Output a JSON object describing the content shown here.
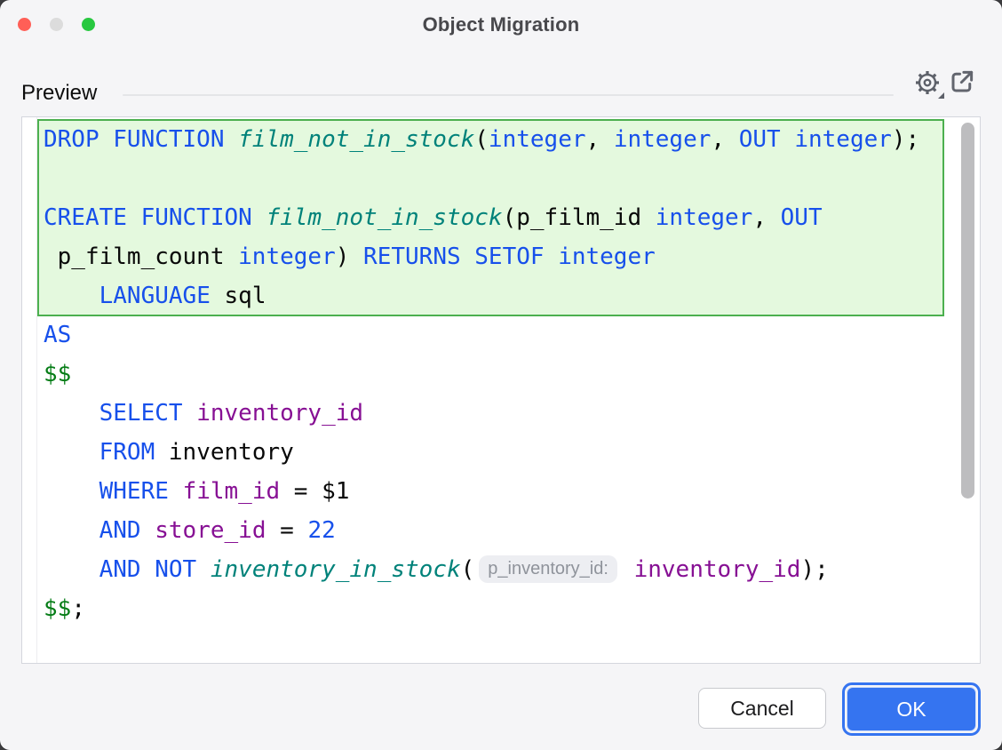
{
  "window": {
    "title": "Object Migration"
  },
  "titlebar": {
    "buttons": [
      {
        "name": "close",
        "color": "#ff5f57"
      },
      {
        "name": "minimize",
        "color": "#dcdcdc"
      },
      {
        "name": "zoom",
        "color": "#28c840"
      }
    ]
  },
  "preview": {
    "label": "Preview"
  },
  "toolbar": {
    "icons": [
      "settings-gear",
      "open-in-new-window"
    ]
  },
  "editor": {
    "language": "sql",
    "highlight": {
      "first_line": 1,
      "last_line": 5,
      "background": "#e4f9de",
      "border": "#4cb04f"
    },
    "inlay_hint": "p_inventory_id:",
    "lines": [
      {
        "tokens": [
          {
            "c": "kw",
            "t": "DROP FUNCTION"
          },
          {
            "c": "txt",
            "t": " "
          },
          {
            "c": "fn",
            "t": "film_not_in_stock"
          },
          {
            "c": "txt",
            "t": "("
          },
          {
            "c": "kw",
            "t": "integer"
          },
          {
            "c": "txt",
            "t": ", "
          },
          {
            "c": "kw",
            "t": "integer"
          },
          {
            "c": "txt",
            "t": ", "
          },
          {
            "c": "kw",
            "t": "OUT"
          },
          {
            "c": "txt",
            "t": " "
          },
          {
            "c": "kw",
            "t": "integer"
          },
          {
            "c": "txt",
            "t": ");"
          }
        ]
      },
      {
        "tokens": []
      },
      {
        "tokens": [
          {
            "c": "kw",
            "t": "CREATE FUNCTION"
          },
          {
            "c": "txt",
            "t": " "
          },
          {
            "c": "fn",
            "t": "film_not_in_stock"
          },
          {
            "c": "txt",
            "t": "(p_film_id "
          },
          {
            "c": "kw",
            "t": "integer"
          },
          {
            "c": "txt",
            "t": ", "
          },
          {
            "c": "kw",
            "t": "OUT"
          }
        ]
      },
      {
        "tokens": [
          {
            "c": "txt",
            "t": " p_film_count "
          },
          {
            "c": "kw",
            "t": "integer"
          },
          {
            "c": "txt",
            "t": ") "
          },
          {
            "c": "kw",
            "t": "RETURNS SETOF integer"
          }
        ]
      },
      {
        "tokens": [
          {
            "c": "txt",
            "t": "    "
          },
          {
            "c": "kw",
            "t": "LANGUAGE"
          },
          {
            "c": "txt",
            "t": " sql"
          }
        ]
      },
      {
        "tokens": [
          {
            "c": "kw",
            "t": "AS"
          }
        ]
      },
      {
        "tokens": [
          {
            "c": "str",
            "t": "$$"
          }
        ]
      },
      {
        "tokens": [
          {
            "c": "txt",
            "t": "    "
          },
          {
            "c": "kw",
            "t": "SELECT"
          },
          {
            "c": "txt",
            "t": " "
          },
          {
            "c": "id",
            "t": "inventory_id"
          }
        ]
      },
      {
        "tokens": [
          {
            "c": "txt",
            "t": "    "
          },
          {
            "c": "kw",
            "t": "FROM"
          },
          {
            "c": "txt",
            "t": " inventory"
          }
        ]
      },
      {
        "tokens": [
          {
            "c": "txt",
            "t": "    "
          },
          {
            "c": "kw",
            "t": "WHERE"
          },
          {
            "c": "txt",
            "t": " "
          },
          {
            "c": "id",
            "t": "film_id"
          },
          {
            "c": "txt",
            "t": " = $1"
          }
        ]
      },
      {
        "tokens": [
          {
            "c": "txt",
            "t": "    "
          },
          {
            "c": "kw",
            "t": "AND"
          },
          {
            "c": "txt",
            "t": " "
          },
          {
            "c": "id",
            "t": "store_id"
          },
          {
            "c": "txt",
            "t": " = "
          },
          {
            "c": "num",
            "t": "22"
          }
        ]
      },
      {
        "tokens": [
          {
            "c": "txt",
            "t": "    "
          },
          {
            "c": "kw",
            "t": "AND NOT"
          },
          {
            "c": "txt",
            "t": " "
          },
          {
            "c": "fn",
            "t": "inventory_in_stock"
          },
          {
            "c": "txt",
            "t": "("
          },
          {
            "c": "hint",
            "t": "p_inventory_id:"
          },
          {
            "c": "txt",
            "t": " "
          },
          {
            "c": "id",
            "t": "inventory_id"
          },
          {
            "c": "txt",
            "t": ");"
          }
        ]
      },
      {
        "tokens": [
          {
            "c": "str",
            "t": "$$"
          },
          {
            "c": "txt",
            "t": ";"
          }
        ]
      }
    ]
  },
  "footer": {
    "cancel_label": "Cancel",
    "ok_label": "OK"
  },
  "colors": {
    "accent": "#3574f0",
    "keyword": "#1750eb",
    "function_name": "#00827a",
    "column": "#871094",
    "dollar_quote": "#067d17",
    "number": "#1750eb",
    "highlight_bg": "#e4f9de",
    "highlight_border": "#4cb04f",
    "hint_bg": "#edeef2",
    "hint_text": "#8f939b"
  }
}
